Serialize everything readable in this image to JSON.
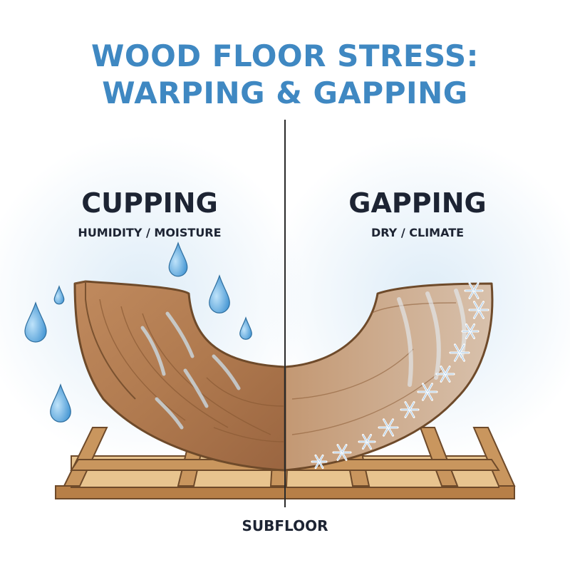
{
  "title": {
    "line1": "WOOD FLOOR STRESS:",
    "line2": "WARPING & GAPPING"
  },
  "left_panel": {
    "heading": "CUPPING",
    "subheading": "HUMIDITY / MOISTURE"
  },
  "right_panel": {
    "heading": "GAPPING",
    "subheading": "DRY / CLIMATE"
  },
  "base_label": "SUBFLOOR",
  "colors": {
    "title": "#3f88c2",
    "text": "#1d2433",
    "wood": "#b5825a",
    "wood_dark": "#6e4a2a",
    "subfloor": "#c9965e",
    "water": "#5aa9e0",
    "frost": "#e8f2fb"
  },
  "icons": [
    "water-drop-icon",
    "frost-crystal-icon"
  ]
}
